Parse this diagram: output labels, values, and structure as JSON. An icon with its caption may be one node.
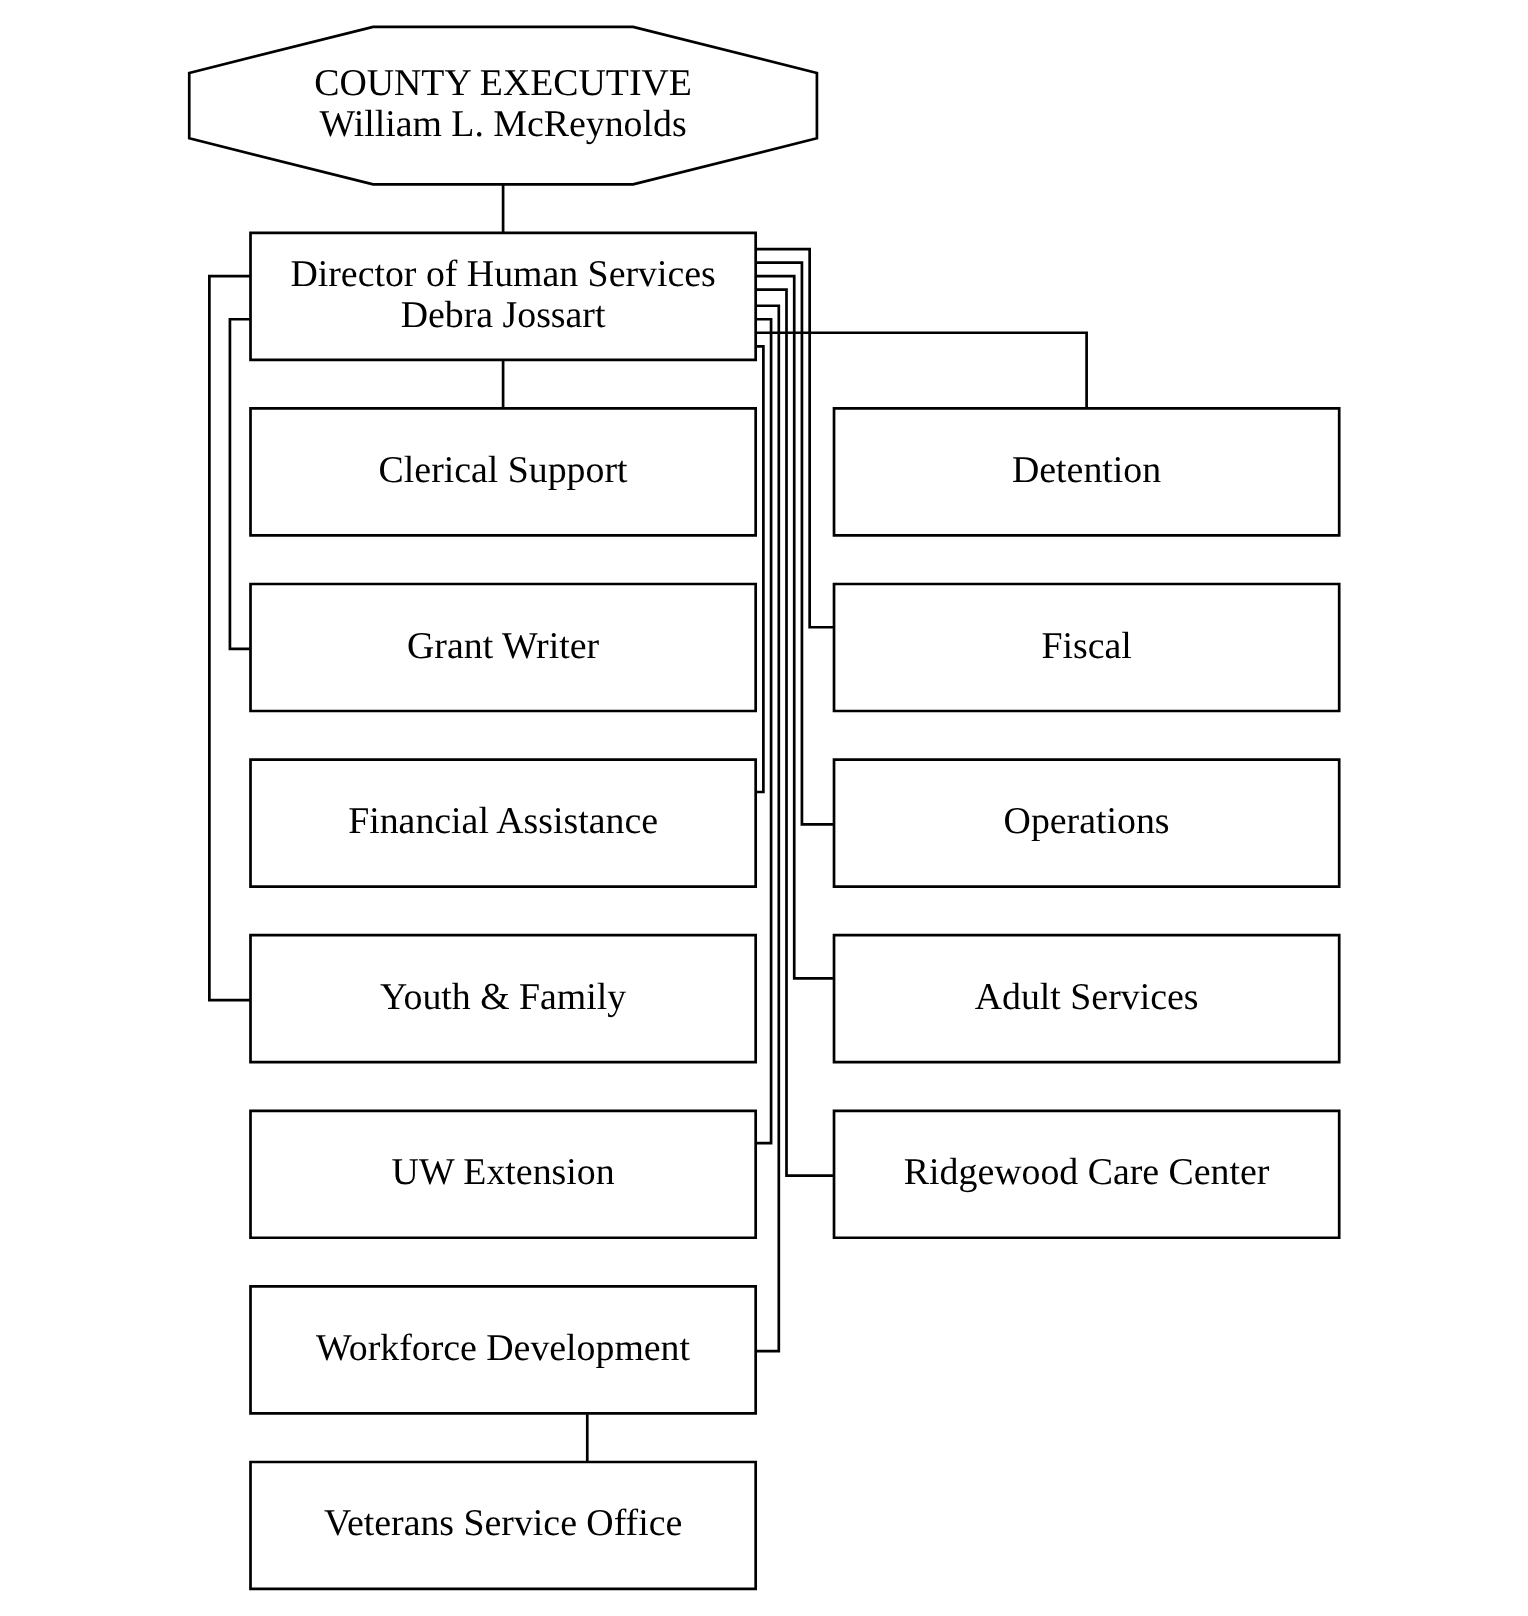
{
  "diagram": {
    "nodes": [
      {
        "text": [
          "COUNTY EXECUTIVE",
          "William L. McReynolds"
        ]
      },
      {
        "text": [
          "Director of Human Services",
          "Debra Jossart"
        ]
      },
      {
        "text": [
          "Clerical Support"
        ]
      },
      {
        "text": [
          "Detention"
        ]
      },
      {
        "text": [
          "Grant Writer"
        ]
      },
      {
        "text": [
          "Fiscal"
        ]
      },
      {
        "text": [
          "Financial Assistance"
        ]
      },
      {
        "text": [
          "Operations"
        ]
      },
      {
        "text": [
          "Youth & Family"
        ]
      },
      {
        "text": [
          "Adult Services"
        ]
      },
      {
        "text": [
          "UW Extension"
        ]
      },
      {
        "text": [
          "Ridgewood Care Center"
        ]
      },
      {
        "text": [
          "Workforce Development"
        ]
      },
      {
        "text": [
          "Veterans Service Office"
        ]
      }
    ],
    "edges": [
      {
        "from": 0,
        "to": 1,
        "arrow": "none"
      },
      {
        "from": 1,
        "to": 2,
        "arrow": "none"
      },
      {
        "from": 1,
        "to": 3,
        "arrow": "none"
      },
      {
        "from": 1,
        "to": 4,
        "arrow": "none"
      },
      {
        "from": 1,
        "to": 5,
        "arrow": "none"
      },
      {
        "from": 1,
        "to": 6,
        "arrow": "none"
      },
      {
        "from": 1,
        "to": 7,
        "arrow": "none"
      },
      {
        "from": 1,
        "to": 8,
        "arrow": "none"
      },
      {
        "from": 1,
        "to": 9,
        "arrow": "none"
      },
      {
        "from": 1,
        "to": 10,
        "arrow": "none"
      },
      {
        "from": 1,
        "to": 11,
        "arrow": "none"
      },
      {
        "from": 1,
        "to": 12,
        "arrow": "none"
      },
      {
        "from": 12,
        "to": 13,
        "arrow": "none"
      }
    ]
  }
}
